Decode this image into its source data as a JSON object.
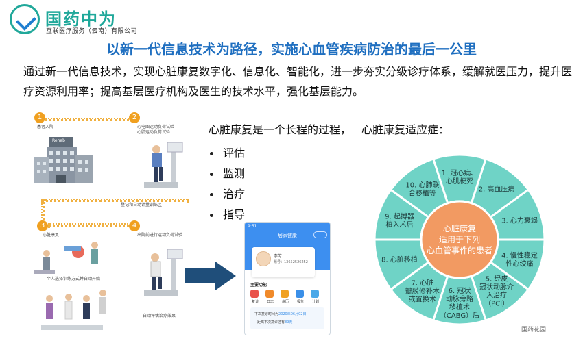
{
  "logo": {
    "name": "国药中为",
    "subtitle": "互联医疗服务（云南）有限公司"
  },
  "title": "以新一代信息技术为路径，实施心血管疾病防治的最后一公里",
  "paragraph": "通过新一代信息技术，实现心脏康复数字化、信息化、智能化，进一步夯实分级诊疗体系，缓解就医压力，提升医疗资源利用率；提高基层医疗机构及医生的技术水平，强化基层能力。",
  "steps": {
    "items": [
      {
        "num": "1",
        "label": "患者入院"
      },
      {
        "num": "2",
        "label": "心电图运动负荷试验\n心肺运动负荷试验"
      },
      {
        "num": "3",
        "label": "心脏康复"
      },
      {
        "num": "4",
        "label": "出院前进行运动负荷试验"
      }
    ],
    "middle_label": "登记和自动计量训练区",
    "bottom_left_label": "个人选择训练方式并自动开始",
    "bottom_right_label": "自动评估治疗效果",
    "building_sign": "Rehab"
  },
  "rehab": {
    "title": "心脏康复是一个长程的过程，",
    "bullets": [
      "评估",
      "监测",
      "治疗",
      "指导"
    ]
  },
  "phone": {
    "status_time": "9:51",
    "header_title": "居家健康",
    "user_name": "李芳",
    "user_account": "账号：13652526252",
    "section_title": "主要功能",
    "functions": [
      {
        "label": "复诊",
        "color": "#e9524a"
      },
      {
        "label": "日志",
        "color": "#f08a2a"
      },
      {
        "label": "病历",
        "color": "#f0a020"
      },
      {
        "label": "报告",
        "color": "#3a8fe8"
      },
      {
        "label": "计划",
        "color": "#4aa8e8"
      }
    ],
    "followup_prefix": "下次复诊时间为",
    "followup_date": "2020年06月02日",
    "countdown_prefix": "距离下次复诊还有",
    "countdown_days": "89天"
  },
  "indications": {
    "title": "心脏康复适应症：",
    "center": "心脏康复\n适用于下列\n心血管事件的患者",
    "items": [
      "1. 冠心病、\n心肌梗死",
      "2. 高血压病",
      "3. 心力衰竭",
      "4. 慢性稳定\n性心绞痛",
      "5. 经皮\n冠状动脉介\n入治疗\n（PCI）",
      "6. 冠状\n动脉旁路\n移植术\n（CABG）后",
      "7. 心脏\n瓣膜修补术\n或置换术",
      "8. 心脏移植",
      "9. 起搏器\n植入术后",
      "10. 心肺联\n合移植等"
    ]
  },
  "watermark": "国药花园"
}
